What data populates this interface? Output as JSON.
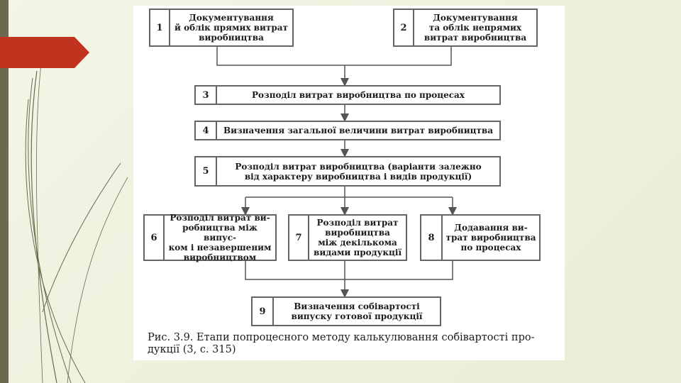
{
  "diagram": {
    "boxes": [
      {
        "id": "1",
        "number": "1",
        "text": "Документування\nй облік прямих витрат\nвиробництва"
      },
      {
        "id": "2",
        "number": "2",
        "text": "Документування\nта облік непрямих\nвитрат виробництва"
      },
      {
        "id": "3",
        "number": "3",
        "text": "Розподіл витрат виробництва по процесах"
      },
      {
        "id": "4",
        "number": "4",
        "text": "Визначення загальної величини витрат виробництва"
      },
      {
        "id": "5",
        "number": "5",
        "text": "Розподіл витрат виробництва (варіанти залежно\nвід характеру виробництва і видів продукції)"
      },
      {
        "id": "6",
        "number": "6",
        "text": "Розподіл витрат ви-\nробництва між випус-\nком і незавершеним\nвиробництвом"
      },
      {
        "id": "7",
        "number": "7",
        "text": "Розподіл витрат\nвиробництва\nміж декількома\nвидами продукції"
      },
      {
        "id": "8",
        "number": "8",
        "text": "Додавання ви-\nтрат виробництва\nпо процесах"
      },
      {
        "id": "9",
        "number": "9",
        "text": "Визначення собівартості\nвипуску готової продукції"
      }
    ],
    "caption": "Рис. 3.9. Етапи попроцесного методу калькулювання собівартості про-\nдукції (3, с. 315)"
  }
}
